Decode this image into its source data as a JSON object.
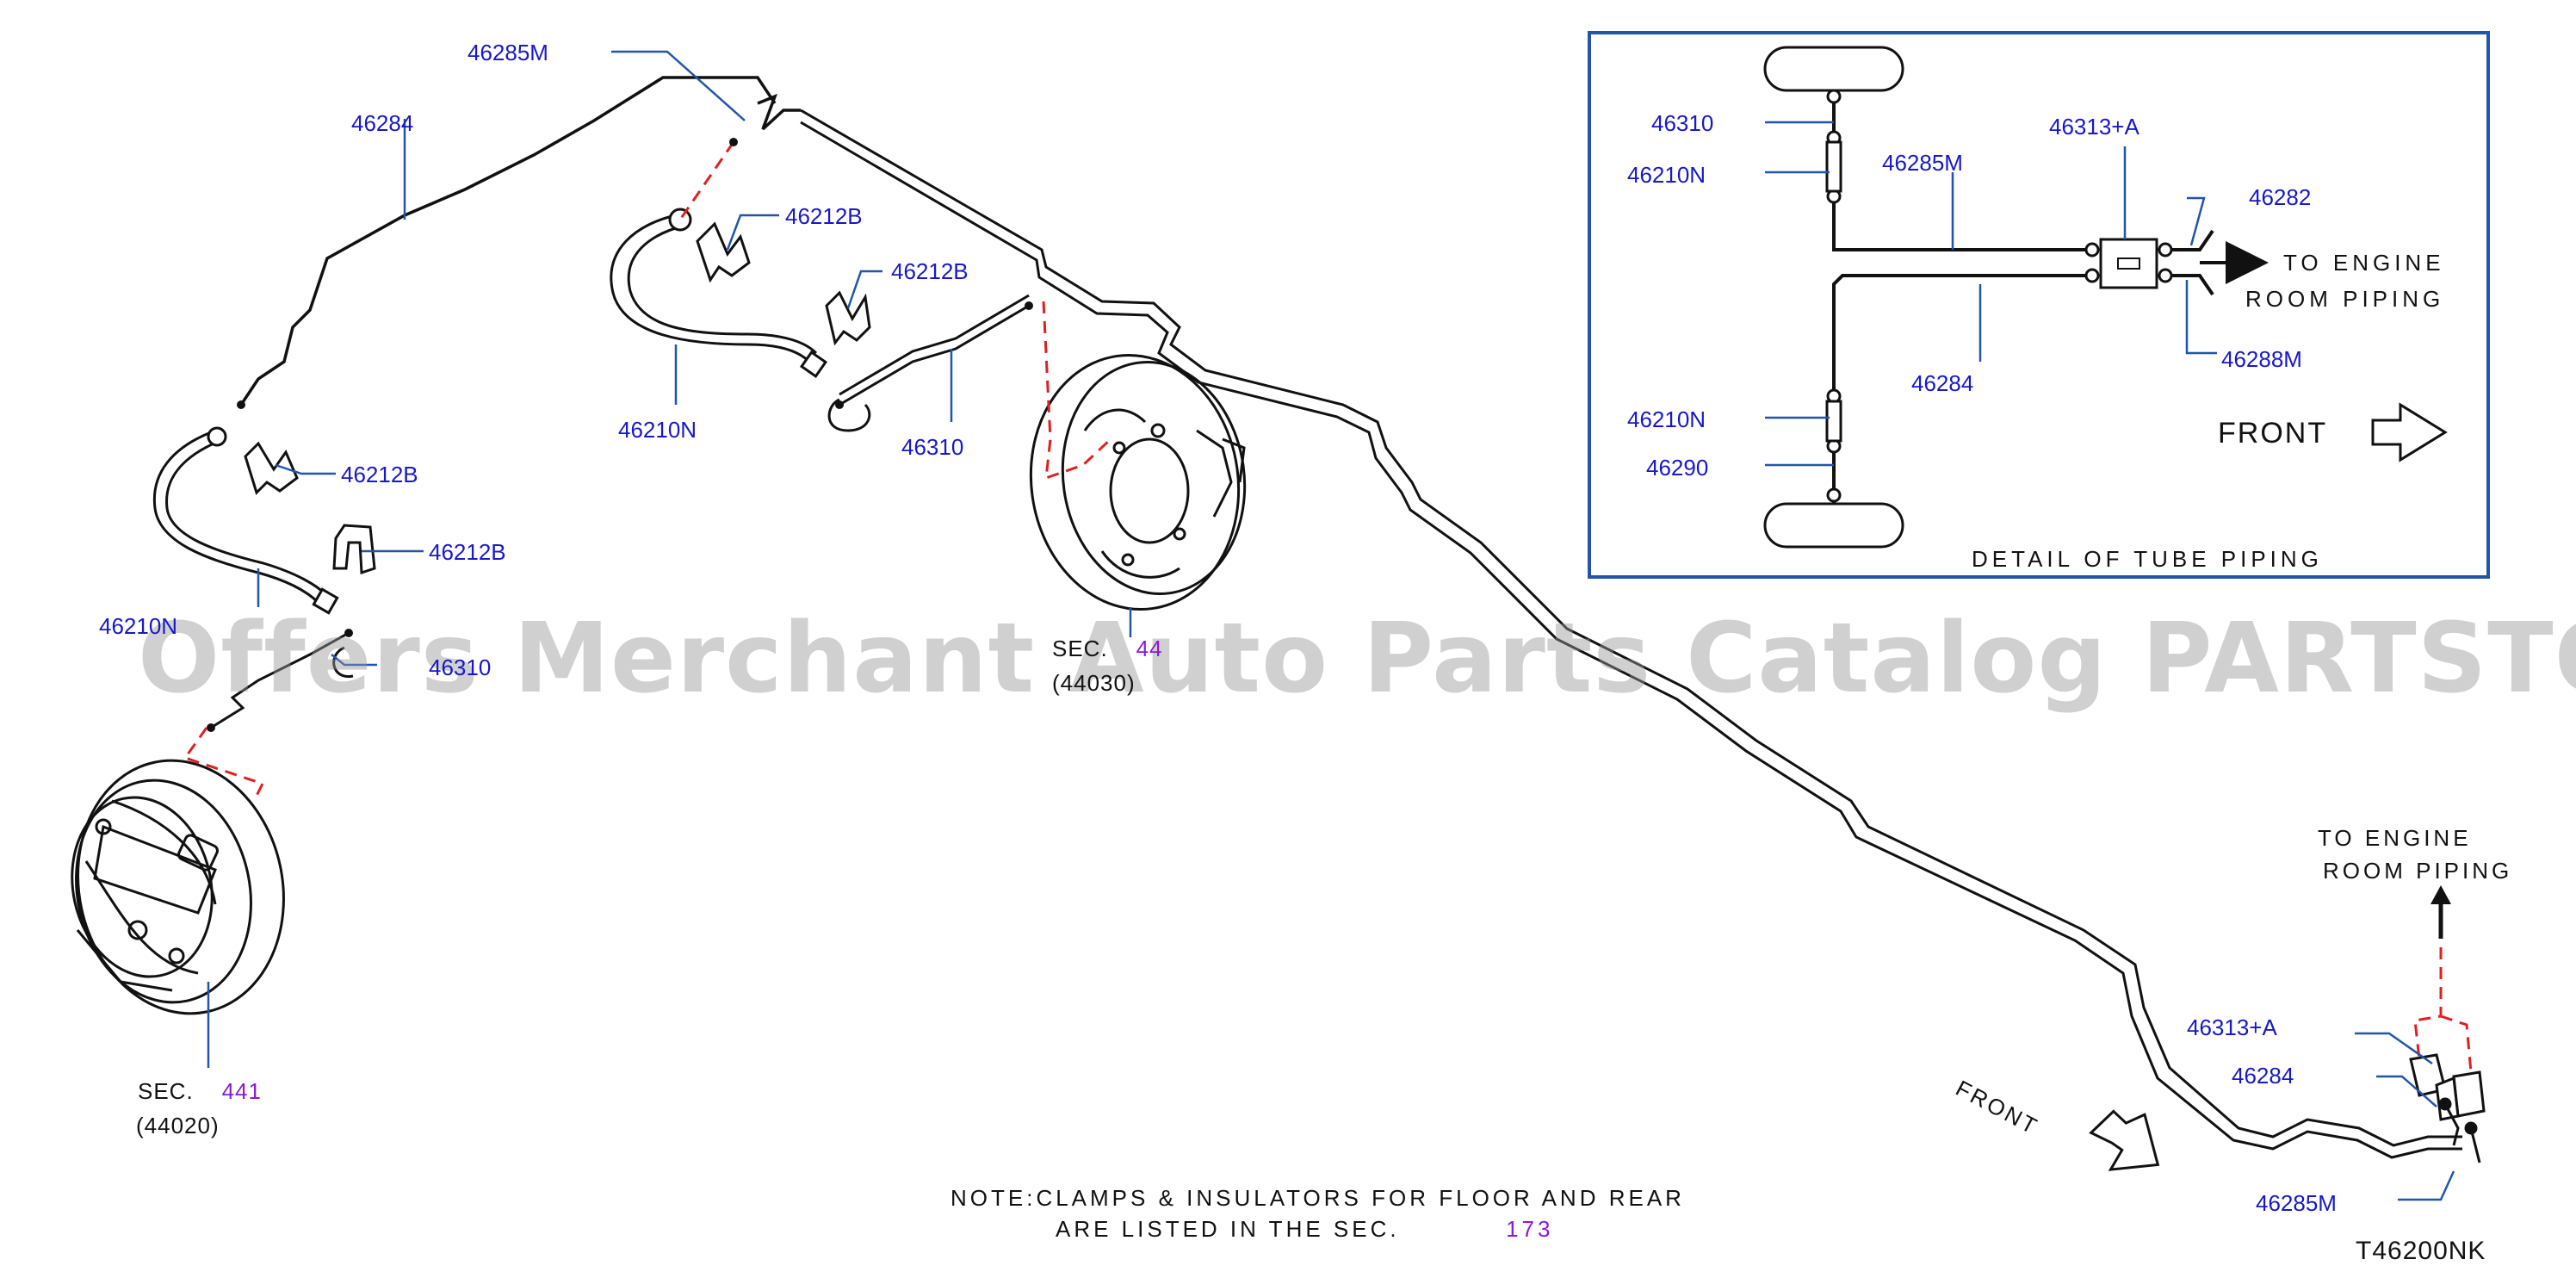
{
  "watermark": "Offers Merchant Auto Parts Catalog PARTSTORE.SA",
  "diagram_code": "T46200NK",
  "note": {
    "line1": "NOTE:CLAMPS & INSULATORS FOR FLOOR AND REAR",
    "line2": "ARE LISTED IN THE SEC.",
    "sec_ref": "173"
  },
  "front_label": "FRONT",
  "to_engine": {
    "line1": "TO ENGINE",
    "line2": "ROOM PIPING"
  },
  "sections": {
    "rear_drum": {
      "prefix": "SEC.",
      "ref": "441",
      "code": "(44020)"
    },
    "rear_disc": {
      "prefix": "SEC.",
      "ref": "44",
      "code": "(44030)"
    }
  },
  "callouts": {
    "top_46285M": "46285M",
    "top_46284": "46284",
    "c1_46212B": "46212B",
    "c2_46212B": "46212B",
    "c3_46212B": "46212B",
    "c4_46212B": "46212B",
    "mid_46210N": "46210N",
    "mid_46310": "46310",
    "left_46210N": "46210N",
    "left_46310": "46310",
    "right_46313A": "46313+A",
    "right_46284": "46284",
    "right_46285M": "46285M"
  },
  "detail": {
    "title": "DETAIL OF TUBE PIPING",
    "front": "FRONT",
    "to_engine": {
      "line1": "TO ENGINE",
      "line2": "ROOM PIPING"
    },
    "labels": {
      "d_46310": "46310",
      "d_46210N_top": "46210N",
      "d_46285M": "46285M",
      "d_46313A": "46313+A",
      "d_46282": "46282",
      "d_46288M": "46288M",
      "d_46284": "46284",
      "d_46210N_bot": "46210N",
      "d_46290": "46290"
    }
  },
  "colors": {
    "label_blue": "#1818c8",
    "line_black": "#111111",
    "dash_red": "#e02020",
    "leader_blue": "#2255aa",
    "ref_purple": "#8a1ad8"
  }
}
